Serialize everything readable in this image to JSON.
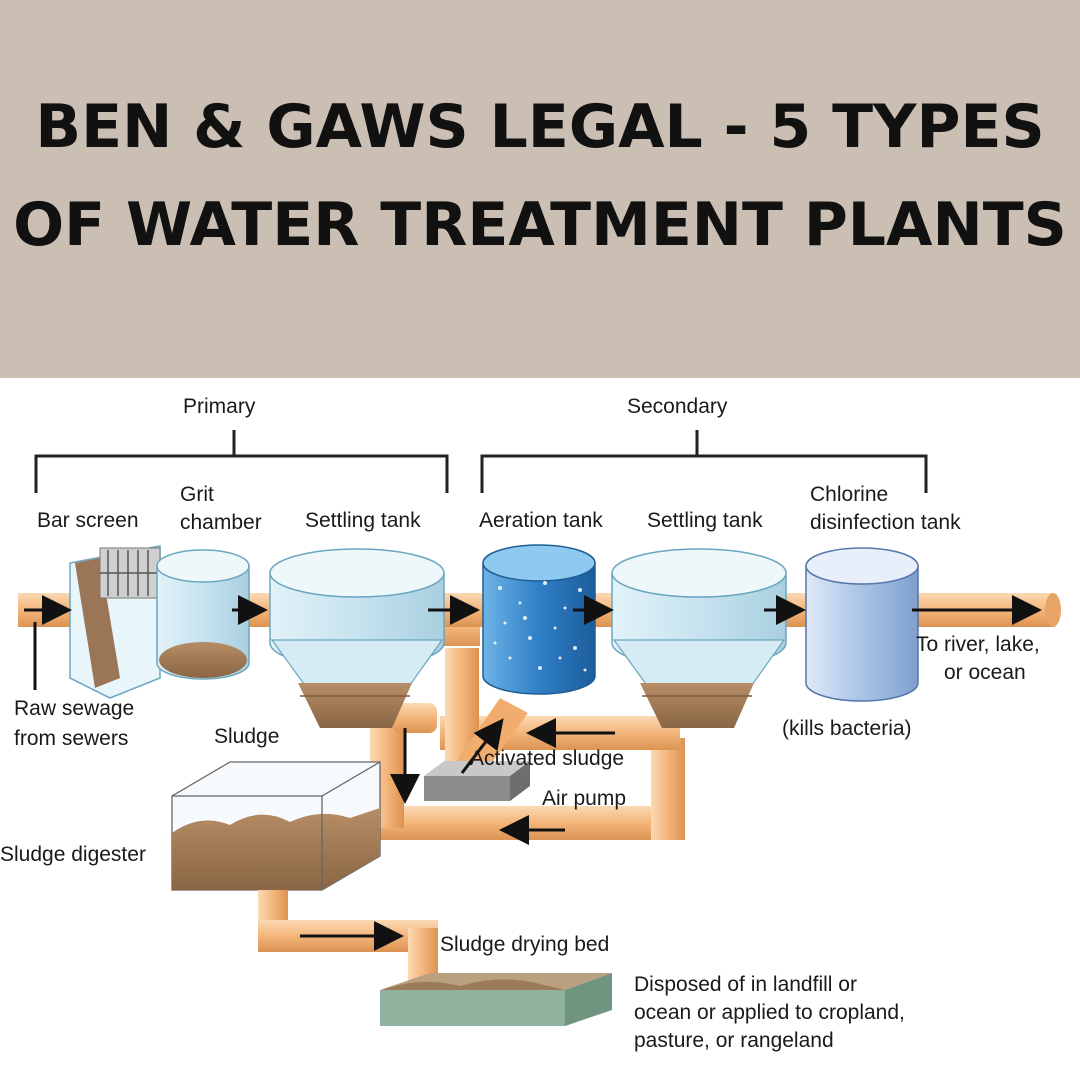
{
  "header": {
    "title_line1": "BEN & GAWS LEGAL - 5 TYPES",
    "title_line2": "OF WATER TREATMENT PLANTS"
  },
  "diagram": {
    "stages": {
      "primary": "Primary",
      "secondary": "Secondary"
    },
    "components": {
      "bar_screen": "Bar screen",
      "grit_chamber_1": "Grit",
      "grit_chamber_2": "chamber",
      "settling_tank_1": "Settling tank",
      "aeration_tank": "Aeration tank",
      "settling_tank_2": "Settling tank",
      "chlorine_1": "Chlorine",
      "chlorine_2": "disinfection tank"
    },
    "labels": {
      "raw_sewage_1": "Raw sewage",
      "raw_sewage_2": "from sewers",
      "sludge": "Sludge",
      "activated_sludge": "Activated sludge",
      "air_pump": "Air pump",
      "kills_bacteria": "(kills bacteria)",
      "outlet_1": "To river, lake,",
      "outlet_2": "or ocean",
      "sludge_digester": "Sludge digester",
      "sludge_drying_bed": "Sludge drying bed",
      "disposal_1": "Disposed of in landfill or",
      "disposal_2": "ocean or applied to cropland,",
      "disposal_3": "pasture, or rangeland"
    },
    "colors": {
      "banner": "#cbbfb4",
      "pipe": "#f3b57a",
      "water": "#cfe8f2",
      "aeration": "#2f7fc6",
      "sludge": "#a57d58",
      "chlorine": "#a9c4e6"
    }
  }
}
